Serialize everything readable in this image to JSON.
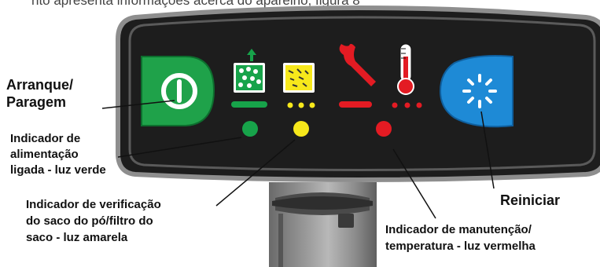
{
  "caption": {
    "top_text": "nto apresenta informações acerca do aparelho, figura 8"
  },
  "buttons": {
    "start_stop_icon": "power-icon",
    "reset_icon": "reset-spinner-icon"
  },
  "labels": {
    "start_stop": [
      "Arranque/",
      "Paragem"
    ],
    "power_indicator": [
      "Indicador de",
      "alimentação",
      "ligada - luz verde"
    ],
    "bag_indicator": [
      "Indicador de verificação",
      "do saco do pó/filtro do",
      "saco - luz amarela"
    ],
    "reset": "Reiniciar",
    "maintenance": [
      "Indicador de manutenção/",
      "temperatura - luz vermelha"
    ]
  },
  "colors": {
    "panel": "#1d1d1d",
    "bezel": "#9c9c9c",
    "start_button": "#1fa24a",
    "reset_button": "#1e8ad6",
    "green_led": "#17a34a",
    "yellow_led": "#f7e81b",
    "red_led": "#e31b23"
  }
}
